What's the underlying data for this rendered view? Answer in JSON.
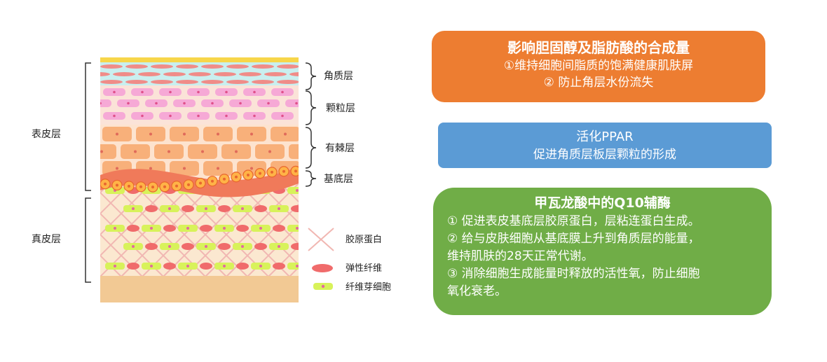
{
  "diagram": {
    "group_labels": {
      "epidermis": "表皮层",
      "dermis": "真皮层"
    },
    "layer_labels": {
      "stratum_corneum": "角质层",
      "stratum_granulosum": "颗粒层",
      "stratum_spinosum": "有棘层",
      "stratum_basale": "基底层"
    },
    "legend": [
      {
        "label": "胶原蛋白",
        "icon": "collagen-icon"
      },
      {
        "label": "弹性纤维",
        "icon": "elastic-fiber-icon"
      },
      {
        "label": "纤维芽细胞",
        "icon": "fibroblast-icon"
      }
    ],
    "colors": {
      "surface": "#f7d64a",
      "corneum_bg": "#c9efef",
      "corneum_cell": "#f08c88",
      "granulosum_bg": "#fbe3d8",
      "granulosum_cell": "#f6a9d6",
      "spinosum_cell": "#f8b07a",
      "basale_band": "#f07a5a",
      "basale_cell": "#ffb347",
      "dermis_bg": "#fbe8d0",
      "collagen": "#f1b7b2",
      "elastic": "#f06b6b",
      "fibroblast": "#d8f25a",
      "bottom": "#f2c994"
    }
  },
  "boxes": {
    "cholesterol": {
      "title": "影响胆固醇及脂肪酸的合成量",
      "lines": [
        "①维持细胞间脂质的饱满健康肌肤屏",
        "② 防止角层水份流失"
      ],
      "color": "#ed7d31"
    },
    "ppar": {
      "title": "活化PPAR",
      "lines": [
        "促进角质层板层颗粒的形成"
      ],
      "color": "#5b9bd5"
    },
    "q10": {
      "title": "甲瓦龙酸中的Q10辅酶",
      "lines": [
        "① 促进表皮基底层胶原蛋白，层粘连蛋白生成。",
        "② 给与皮肤细胞从基底膜上升到角质层的能量，",
        "维持肌肤的28天正常代谢。",
        "③ 消除细胞生成能量时释放的活性氧，防止细胞",
        "氧化衰老。"
      ],
      "color": "#70ad47"
    }
  }
}
